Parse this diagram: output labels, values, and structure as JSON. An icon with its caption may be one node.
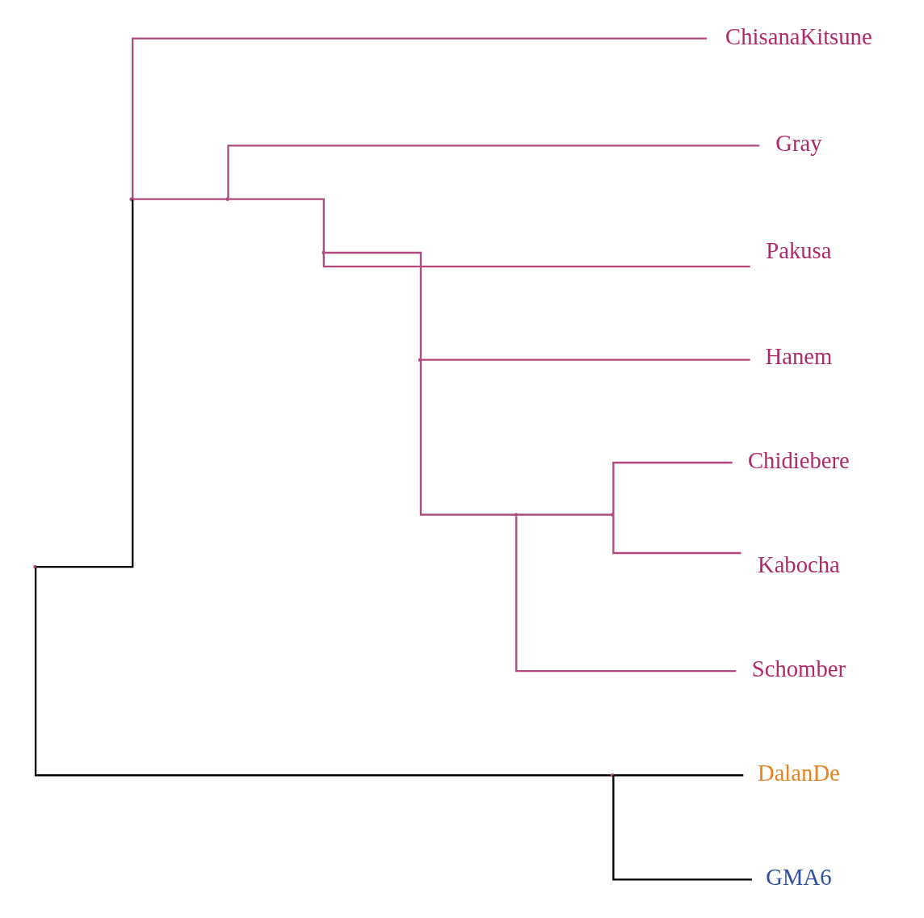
{
  "diagram": {
    "nodes": [
      {
        "text": [
          "ChisanaKitsune"
        ]
      },
      {
        "text": [
          "Gray"
        ]
      },
      {
        "text": [
          "Pakusa"
        ]
      },
      {
        "text": [
          "Hanem"
        ]
      },
      {
        "text": [
          "Chidiebere"
        ]
      },
      {
        "text": [
          "Kabocha"
        ]
      },
      {
        "text": [
          "Schomber"
        ]
      },
      {
        "text": [
          "DalanDe"
        ]
      },
      {
        "text": [
          "GMA6"
        ]
      },
      {
        "text": [],
        "shape": "point"
      },
      {
        "text": [],
        "shape": "point"
      },
      {
        "text": [],
        "shape": "point"
      },
      {
        "text": [],
        "shape": "point"
      },
      {
        "text": [],
        "shape": "point"
      },
      {
        "text": [],
        "shape": "point"
      },
      {
        "text": [],
        "shape": "point"
      },
      {
        "text": [],
        "shape": "point"
      }
    ],
    "edges": [
      {
        "from": 9,
        "to": 10,
        "arrow": "none",
        "color": "#000000"
      },
      {
        "from": 9,
        "to": 16,
        "arrow": "none",
        "color": "#000000"
      },
      {
        "from": 10,
        "to": 0,
        "arrow": "none"
      },
      {
        "from": 10,
        "to": 11,
        "arrow": "none"
      },
      {
        "from": 11,
        "to": 1,
        "arrow": "none"
      },
      {
        "from": 11,
        "to": 12,
        "arrow": "none"
      },
      {
        "from": 12,
        "to": 2,
        "arrow": "none"
      },
      {
        "from": 12,
        "to": 13,
        "arrow": "none"
      },
      {
        "from": 13,
        "to": 3,
        "arrow": "none"
      },
      {
        "from": 13,
        "to": 14,
        "arrow": "none"
      },
      {
        "from": 14,
        "to": 15,
        "arrow": "none"
      },
      {
        "from": 14,
        "to": 6,
        "arrow": "none"
      },
      {
        "from": 15,
        "to": 4,
        "arrow": "none"
      },
      {
        "from": 15,
        "to": 5,
        "arrow": "none"
      },
      {
        "from": 16,
        "to": 7,
        "arrow": "none",
        "color": "#000000"
      },
      {
        "from": 16,
        "to": 8,
        "arrow": "none",
        "color": "#000000"
      }
    ]
  }
}
